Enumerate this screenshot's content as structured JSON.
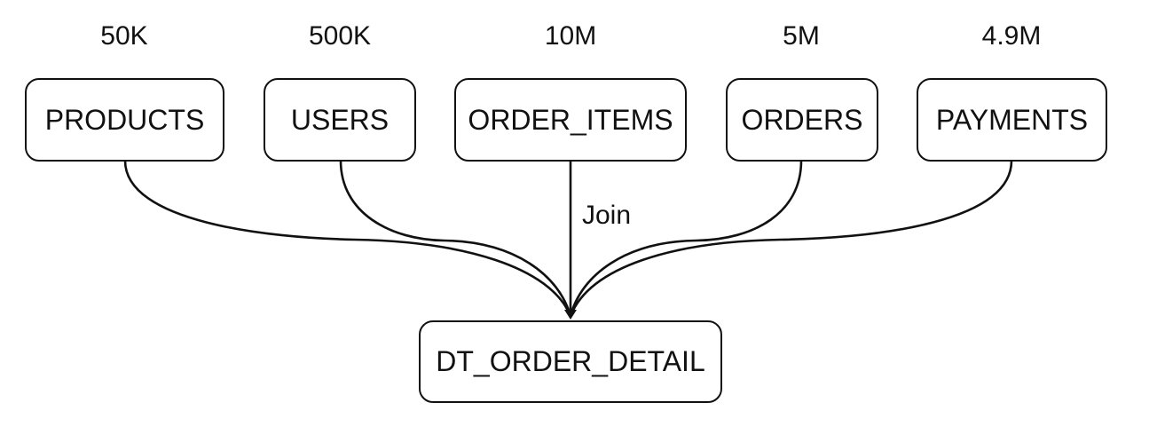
{
  "diagram": {
    "type": "data-flow",
    "edge_label": "Join",
    "sources": [
      {
        "id": "products",
        "name": "PRODUCTS",
        "row_count": "50K"
      },
      {
        "id": "users",
        "name": "USERS",
        "row_count": "500K"
      },
      {
        "id": "order_items",
        "name": "ORDER_ITEMS",
        "row_count": "10M"
      },
      {
        "id": "orders",
        "name": "ORDERS",
        "row_count": "5M"
      },
      {
        "id": "payments",
        "name": "PAYMENTS",
        "row_count": "4.9M"
      }
    ],
    "target": {
      "id": "dt_order_detail",
      "name": "DT_ORDER_DETAIL"
    },
    "edges": [
      {
        "from": "products",
        "to": "dt_order_detail"
      },
      {
        "from": "users",
        "to": "dt_order_detail"
      },
      {
        "from": "order_items",
        "to": "dt_order_detail",
        "label": "Join"
      },
      {
        "from": "orders",
        "to": "dt_order_detail"
      },
      {
        "from": "payments",
        "to": "dt_order_detail"
      }
    ],
    "colors": {
      "stroke": "#111111",
      "background": "#ffffff"
    }
  }
}
